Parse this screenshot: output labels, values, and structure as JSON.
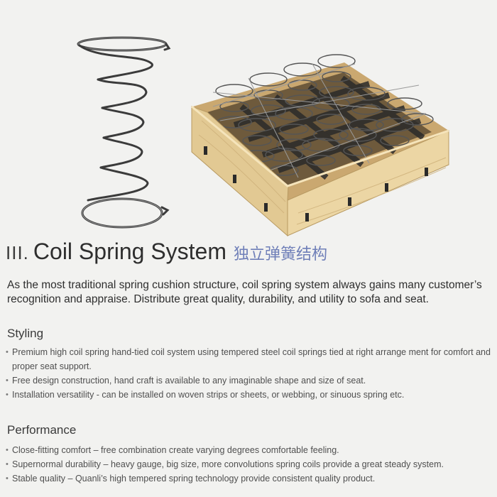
{
  "heading": {
    "numeral": "III.",
    "title": "Coil Spring System",
    "title_cn": "独立弹簧结构"
  },
  "intro": "As the most traditional spring cushion structure, coil spring system always gains many customer’s recognition and appraise. Distribute great quality, durability, and utility to sofa and seat.",
  "styling": {
    "heading": "Styling",
    "items": [
      "Premium high coil spring hand-tied coil system using tempered steel coil springs tied at right arrange ment for comfort and proper seat support.",
      "Free design construction, hand craft is available to any imaginable shape and size of seat.",
      "Installation versatility - can be installed on woven strips or sheets, or webbing, or sinuous spring etc."
    ]
  },
  "performance": {
    "heading": "Performance",
    "items": [
      "Close-fitting comfort – free combination create varying degrees comfortable feeling.",
      "Supernormal durability – heavy gauge, big size, more convolutions spring coils provide a great steady system.",
      "Stable quality – Quanli’s high tempered spring technology provide consistent quality product."
    ]
  },
  "colors": {
    "background": "#f2f2f0",
    "wood": "#e6cf9a",
    "wire": "#3a3a3a",
    "accent_cn": "#6f7fb8"
  },
  "illustrations": [
    "coil-spring-icon",
    "spring-seat-frame-icon"
  ]
}
